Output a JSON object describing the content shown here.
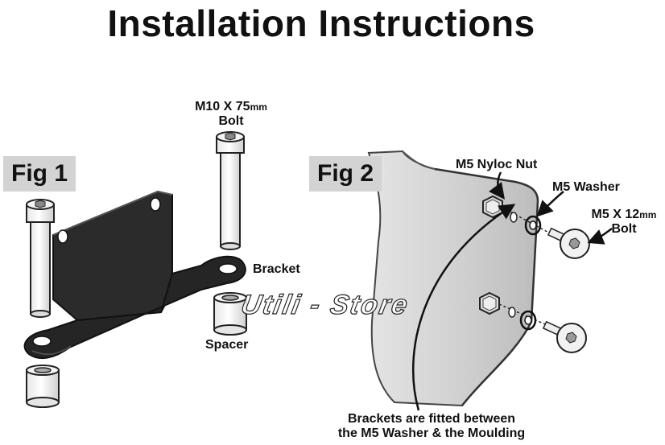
{
  "title": "Installation Instructions",
  "fig1": {
    "label": "Fig 1",
    "bolt_label_main": "M10 X 75",
    "bolt_label_unit": "mm",
    "bolt_label_name": "Bolt",
    "bracket_label": "Bracket",
    "spacer_label": "Spacer"
  },
  "fig2": {
    "label": "Fig 2",
    "nut_label": "M5 Nyloc Nut",
    "washer_label": "M5 Washer",
    "bolt_label_main": "M5 X 12",
    "bolt_label_unit": "mm",
    "bolt_label_name": "Bolt",
    "note_line1": "Brackets are fitted between",
    "note_line2": "the M5 Washer & the Moulding"
  },
  "watermark": "Utili - Store"
}
